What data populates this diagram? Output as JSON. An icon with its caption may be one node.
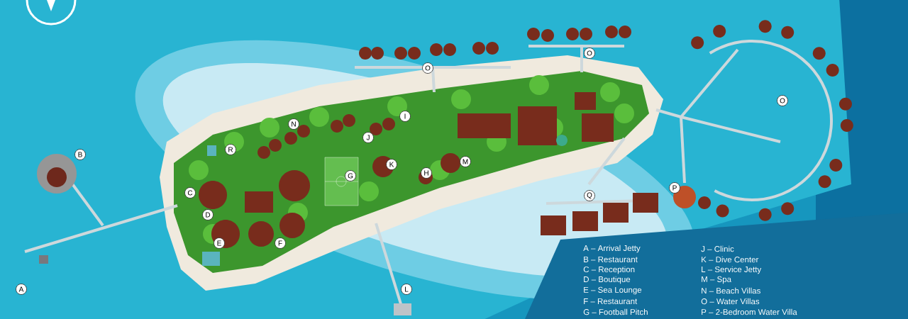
{
  "diagram": {
    "labels": [
      "O",
      "O",
      "O",
      "I",
      "N",
      "J",
      "R",
      "B",
      "M",
      "K",
      "H",
      "G",
      "P",
      "C",
      "Q",
      "D",
      "E",
      "F",
      "A",
      "L",
      "A – Arrival Jetty",
      "B – Restaurant",
      "C – Reception",
      "D – Boutique",
      "E – Sea Lounge",
      "F – Restaurant",
      "G – Football Pitch",
      "J – Clinic",
      "K – Dive Center",
      "L – Service Jetty",
      "M – Spa",
      "N – Beach Villas",
      "O – Water Villas",
      "P – 2-Bedroom Water Villa"
    ]
  }
}
